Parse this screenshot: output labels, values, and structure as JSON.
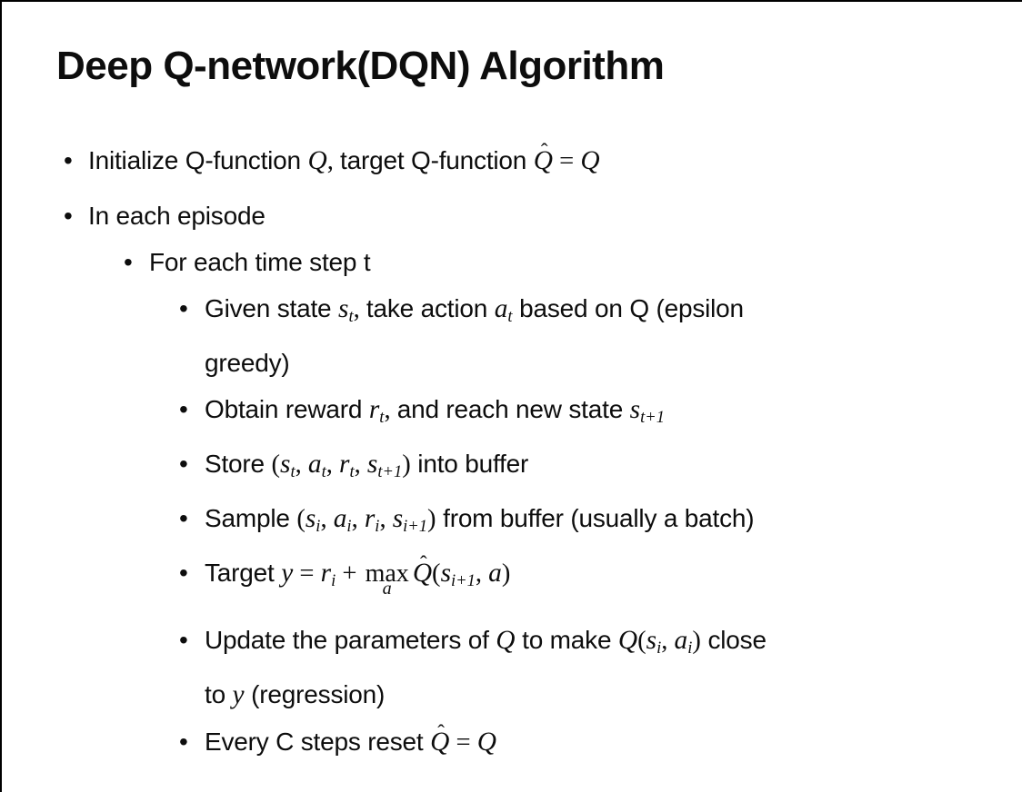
{
  "colors": {
    "text": "#0d0d0d",
    "background": "#ffffff",
    "border": "#000000"
  },
  "slide": {
    "title": "Deep Q-network(DQN) Algorithm",
    "bullet_char": "•",
    "hat_char": "ˆ",
    "bullets": [
      {
        "level": 1,
        "segments": [
          {
            "t": "Initialize Q-function "
          },
          {
            "m": "Q"
          },
          {
            "mo": ", "
          },
          {
            "t": "target Q-function "
          },
          {
            "m": "Q",
            "hat": true
          },
          {
            "mo": " = "
          },
          {
            "m": "Q"
          }
        ]
      },
      {
        "level": 1,
        "gap_top": true,
        "segments": [
          {
            "t": "In each episode"
          }
        ]
      },
      {
        "level": 2,
        "segments": [
          {
            "t": "For each time step t"
          }
        ]
      },
      {
        "level": 3,
        "segments": [
          {
            "t": "Given state "
          },
          {
            "m": "s",
            "sub": "t"
          },
          {
            "mo": ", "
          },
          {
            "t": "take action "
          },
          {
            "m": "a",
            "sub": "t"
          },
          {
            "t": " based on Q (epsilon"
          },
          {
            "br": true
          },
          {
            "t": "greedy)"
          }
        ]
      },
      {
        "level": 3,
        "segments": [
          {
            "t": "Obtain reward "
          },
          {
            "m": "r",
            "sub": "t"
          },
          {
            "mo": ", "
          },
          {
            "t": "and reach new state "
          },
          {
            "m": "s",
            "sub": "t+1"
          }
        ]
      },
      {
        "level": 3,
        "segments": [
          {
            "t": "Store "
          },
          {
            "mo": "("
          },
          {
            "m": "s",
            "sub": "t"
          },
          {
            "mo": ", "
          },
          {
            "m": "a",
            "sub": "t"
          },
          {
            "mo": ", "
          },
          {
            "m": "r",
            "sub": "t"
          },
          {
            "mo": ", "
          },
          {
            "m": "s",
            "sub": "t+1"
          },
          {
            "mo": ")"
          },
          {
            "t": " into buffer"
          }
        ]
      },
      {
        "level": 3,
        "segments": [
          {
            "t": "Sample "
          },
          {
            "mo": "("
          },
          {
            "m": "s",
            "sub": "i"
          },
          {
            "mo": ", "
          },
          {
            "m": "a",
            "sub": "i"
          },
          {
            "mo": ", "
          },
          {
            "m": "r",
            "sub": "i"
          },
          {
            "mo": ", "
          },
          {
            "m": "s",
            "sub": "i+1"
          },
          {
            "mo": ")"
          },
          {
            "t": " from buffer (usually a batch)"
          }
        ]
      },
      {
        "level": 3,
        "gap_bottom": true,
        "segments": [
          {
            "t": "Target "
          },
          {
            "m": "y"
          },
          {
            "mo": " = "
          },
          {
            "m": "r",
            "sub": "i"
          },
          {
            "mo": " + "
          },
          {
            "limop": "max",
            "under": "a"
          },
          {
            "m": "Q",
            "hat": true
          },
          {
            "mo": "("
          },
          {
            "m": "s",
            "sub": "i+1"
          },
          {
            "mo": ", "
          },
          {
            "m": "a"
          },
          {
            "mo": ")"
          }
        ]
      },
      {
        "level": 3,
        "segments": [
          {
            "t": "Update the parameters of "
          },
          {
            "m": "Q"
          },
          {
            "t": " to make "
          },
          {
            "m": "Q"
          },
          {
            "mo": "("
          },
          {
            "m": "s",
            "sub": "i"
          },
          {
            "mo": ", "
          },
          {
            "m": "a",
            "sub": "i"
          },
          {
            "mo": ")"
          },
          {
            "t": " close"
          },
          {
            "br": true
          },
          {
            "t": "to "
          },
          {
            "m": "y"
          },
          {
            "t": " (regression)"
          }
        ]
      },
      {
        "level": 3,
        "segments": [
          {
            "t": "Every C steps reset "
          },
          {
            "m": "Q",
            "hat": true
          },
          {
            "mo": " = "
          },
          {
            "m": "Q"
          }
        ]
      }
    ]
  }
}
